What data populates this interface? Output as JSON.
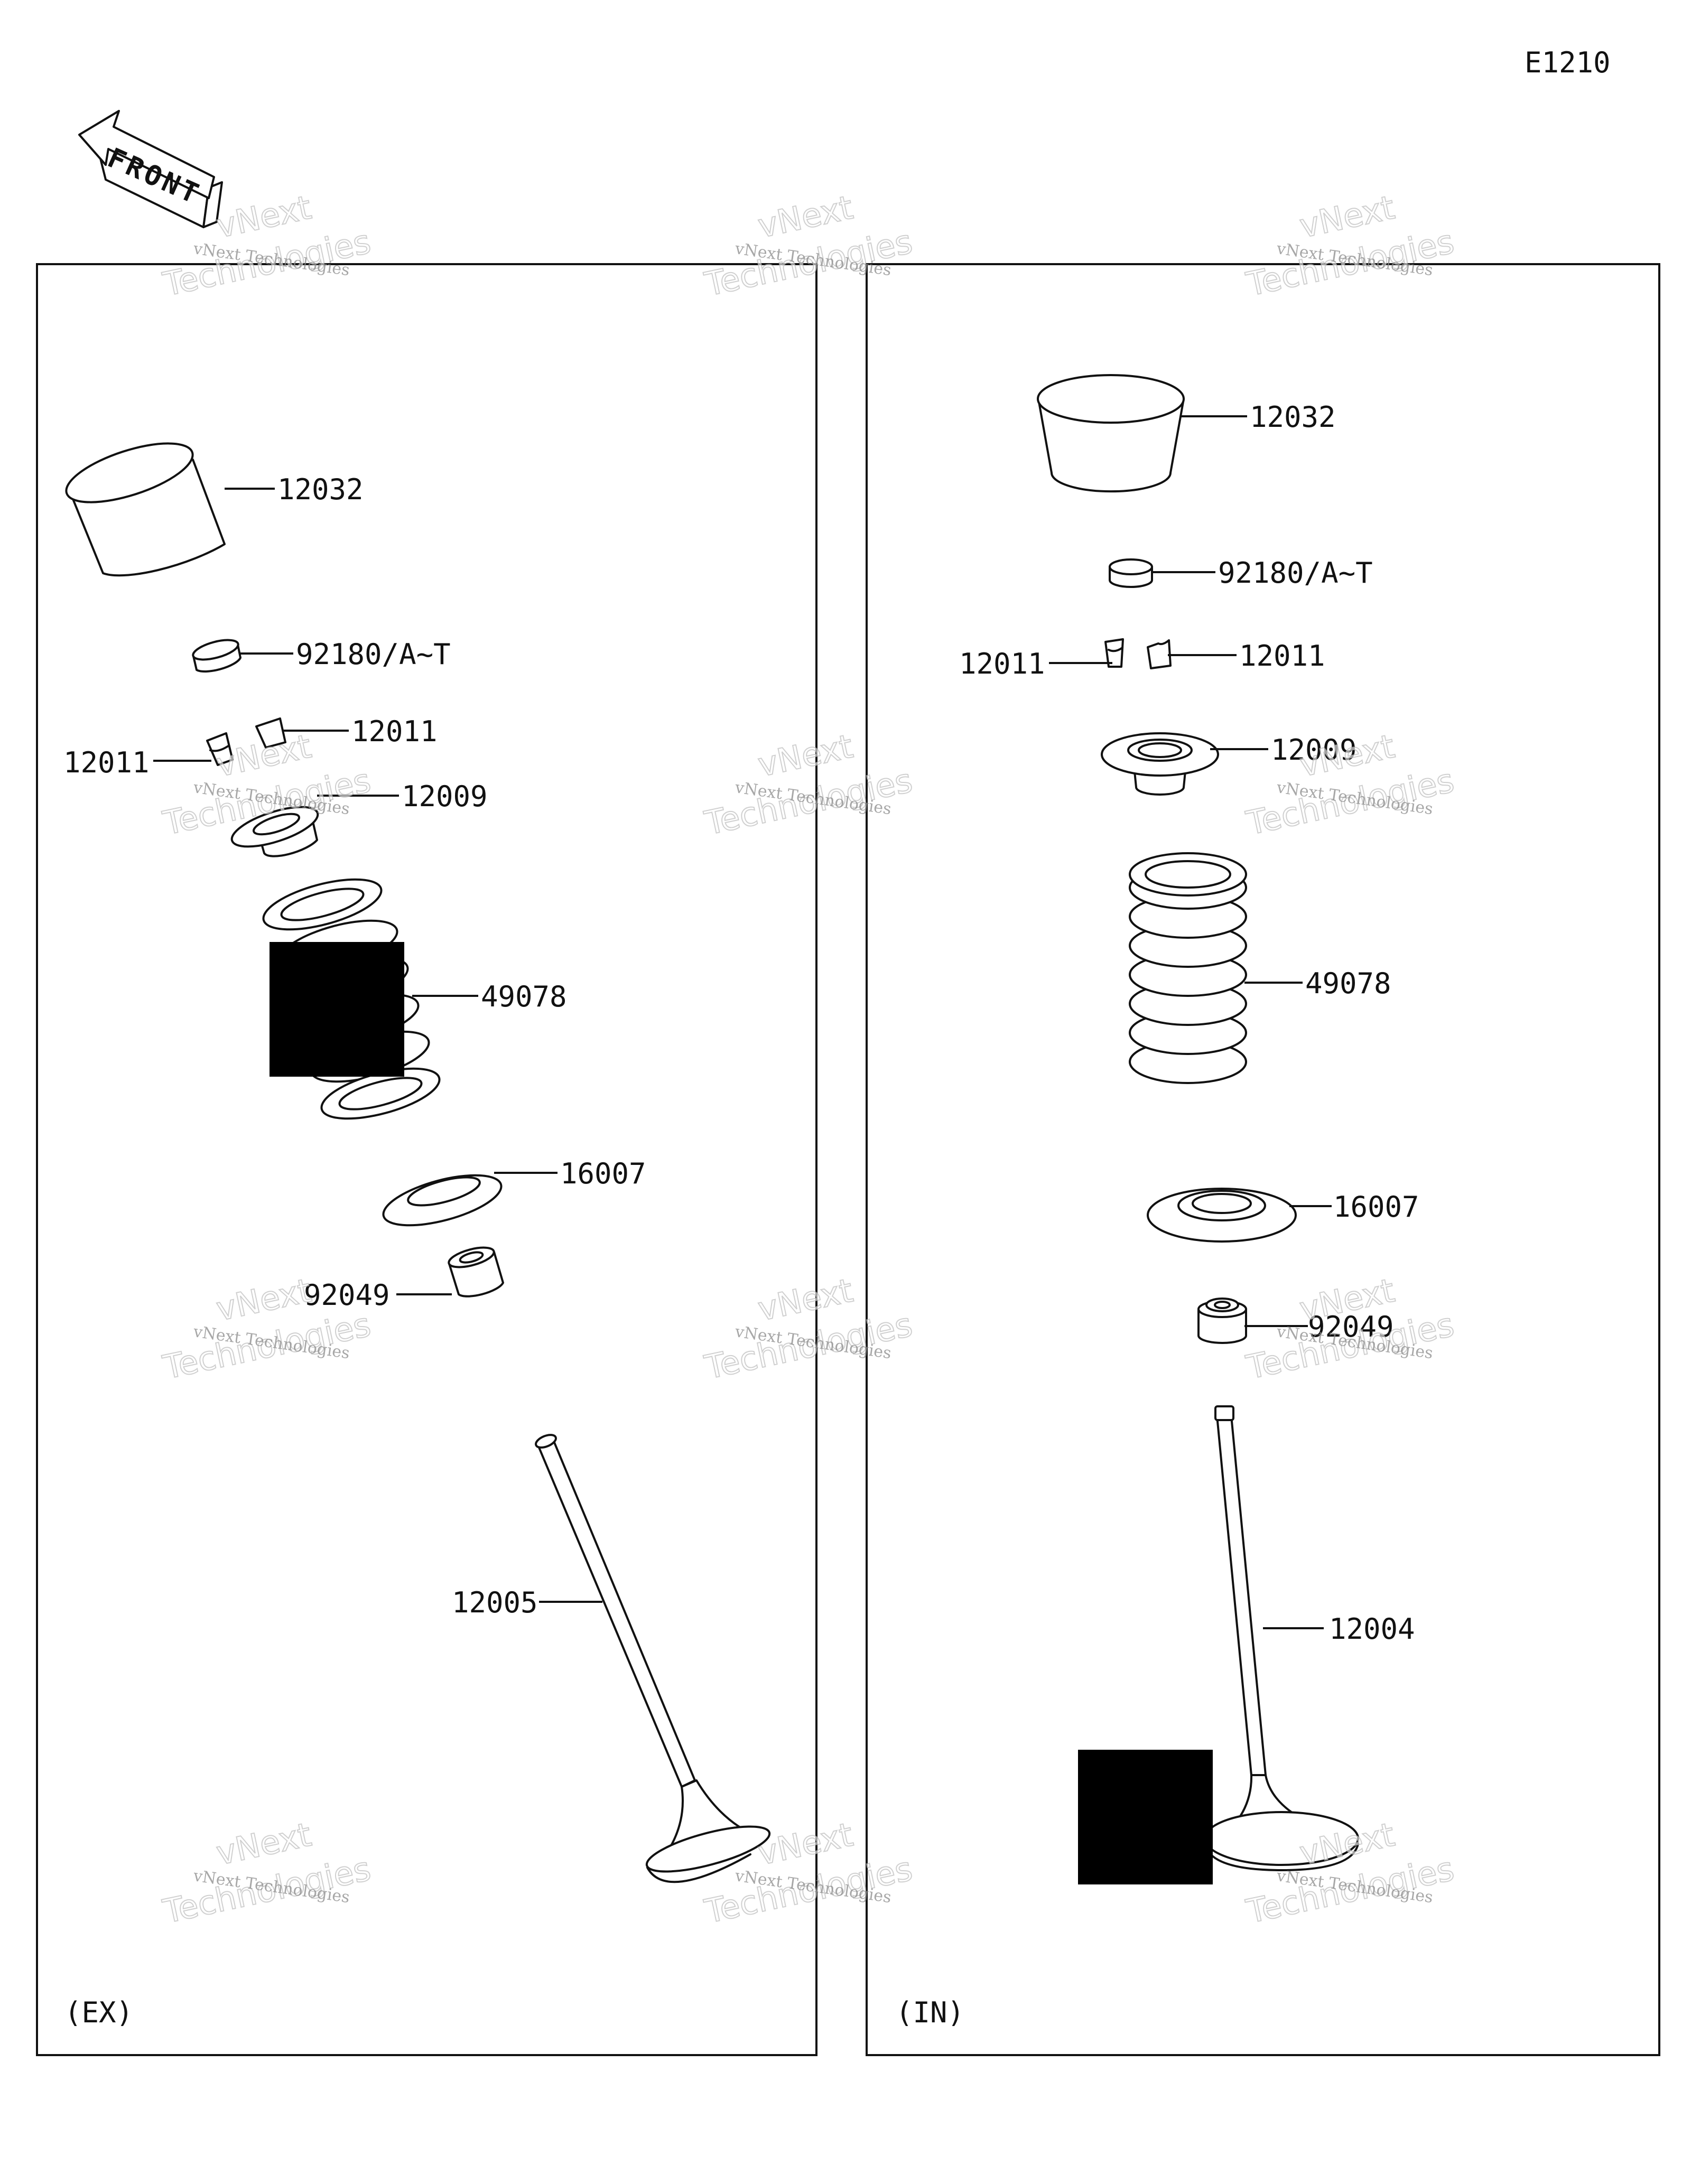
{
  "diagram_code": "E1210",
  "front_label": "FRONT",
  "panels": {
    "ex": {
      "caption": "(EX)"
    },
    "in": {
      "caption": "(IN)"
    }
  },
  "labels": {
    "ex_tappet": "12032",
    "ex_shim": "92180/A~T",
    "ex_cotter_right": "12011",
    "ex_cotter_left": "12011",
    "ex_retainer": "12009",
    "ex_spring": "49078",
    "ex_seat": "16007",
    "ex_seal": "92049",
    "ex_valve": "12005",
    "in_tappet": "12032",
    "in_shim": "92180/A~T",
    "in_cotter_left": "12011",
    "in_cotter_right": "12011",
    "in_retainer": "12009",
    "in_spring": "49078",
    "in_seat": "16007",
    "in_seal": "92049",
    "in_valve": "12004"
  },
  "watermark": {
    "small": "vNext Technologies",
    "large_top": "vNext",
    "large_bottom": "Technologies"
  },
  "colors": {
    "ink": "#111111",
    "background": "#ffffff",
    "watermark": "#8a8a8a"
  }
}
